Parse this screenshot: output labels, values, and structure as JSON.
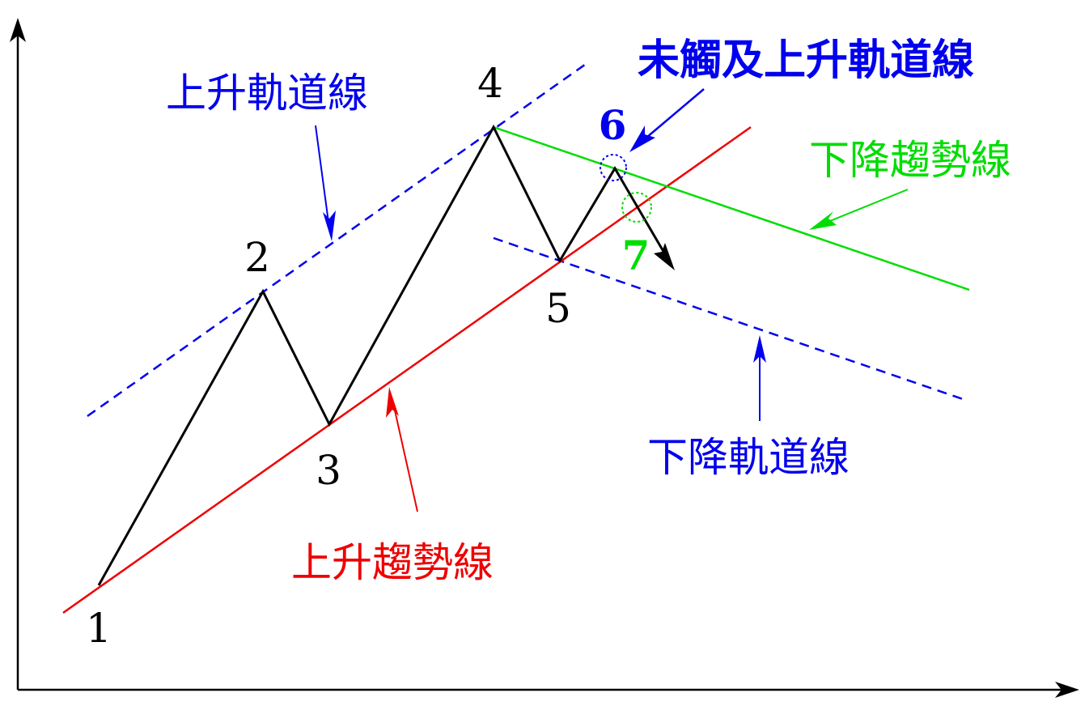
{
  "colors": {
    "price": "#000000",
    "up_channel": "#0000ee",
    "up_trend": "#ee0000",
    "down_trend": "#00dd00",
    "down_channel": "#0000ee",
    "untouched": "#0000ee",
    "point_7": "#00dd00",
    "point_6": "#0000ee"
  },
  "labels": {
    "up_channel_line": "上升軌道線",
    "up_trend_line": "上升趨勢線",
    "down_trend_line": "下降趨勢線",
    "down_channel_line": "下降軌道線",
    "untouched_up_channel": "未觸及上升軌道線"
  },
  "points": {
    "p1": "1",
    "p2": "2",
    "p3": "3",
    "p4": "4",
    "p5": "5",
    "p6": "6",
    "p7": "7"
  }
}
